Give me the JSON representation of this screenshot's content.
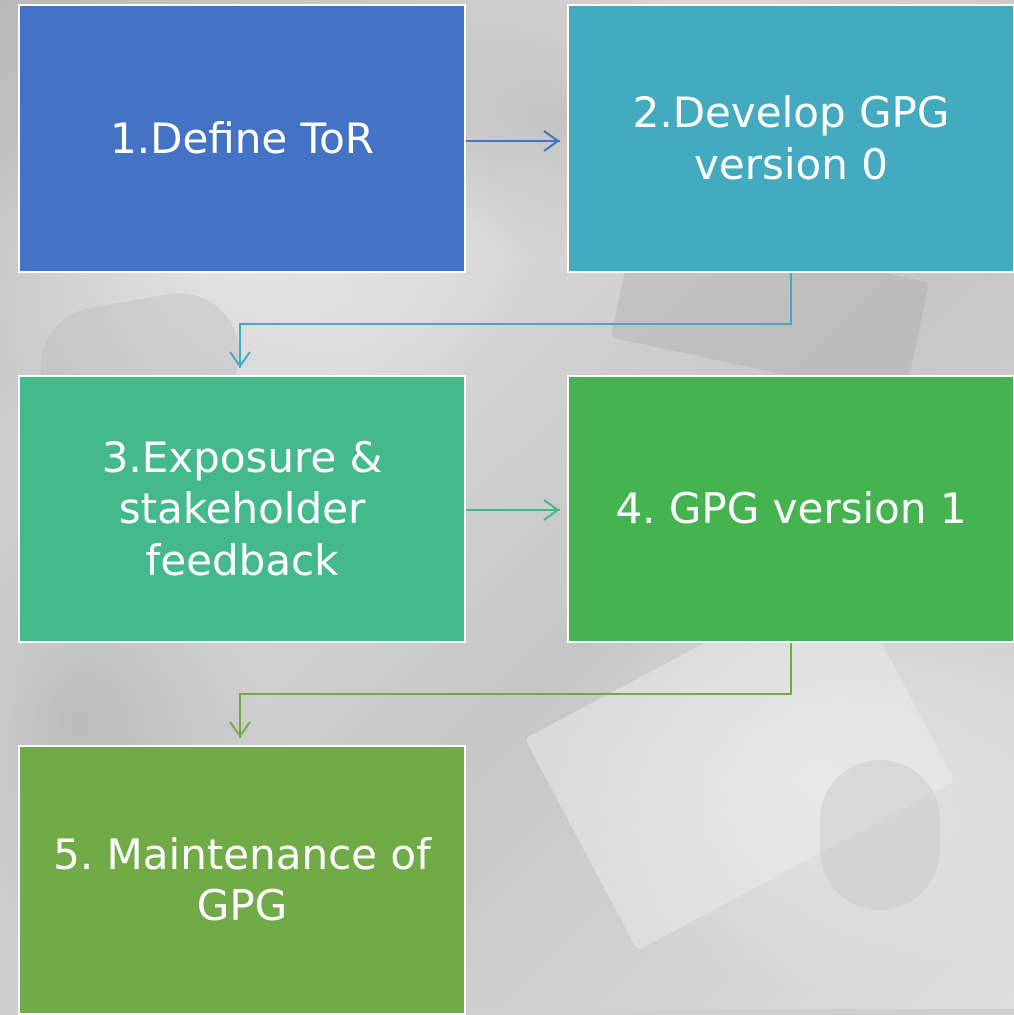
{
  "diagram": {
    "steps": [
      {
        "label": "1.Define ToR",
        "color": "#4472c4"
      },
      {
        "label": "2.Develop GPG version 0",
        "color": "#43aabf"
      },
      {
        "label": "3.Exposure & stakeholder feedback",
        "color": "#44ba8c"
      },
      {
        "label": "4. GPG version 1",
        "color": "#45b450"
      },
      {
        "label": "5. Maintenance of GPG",
        "color": "#71ab47"
      }
    ],
    "connectors": [
      {
        "from": 1,
        "to": 2,
        "color": "#4472c4"
      },
      {
        "from": 2,
        "to": 3,
        "color": "#43aabf"
      },
      {
        "from": 3,
        "to": 4,
        "color": "#44ba8c"
      },
      {
        "from": 4,
        "to": 5,
        "color": "#71ab47"
      }
    ]
  }
}
